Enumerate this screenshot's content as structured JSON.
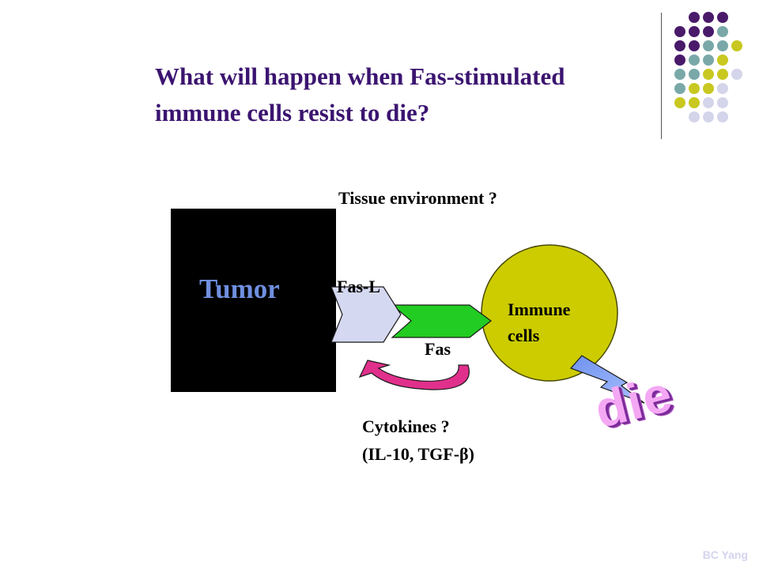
{
  "slide": {
    "title_line1": "What will happen when Fas-stimulated",
    "title_line2": "immune  cells resist to die?",
    "credit": "BC Yang"
  },
  "diagram": {
    "tumor_label": "Tumor",
    "environment_label": "Tissue environment ?",
    "ligand_label": "Fas-L",
    "receptor_label": "Fas",
    "immune_line1": "Immune",
    "immune_line2": "cells",
    "cytokines_line1": "Cytokines ?",
    "cytokines_line2": "(IL-10, TGF-β)",
    "outcome_label": "die"
  },
  "colors": {
    "title": "#3b1470",
    "tumor_box": "#000000",
    "tumor_text": "#6f8fe0",
    "fasl_arrow": "#d4d8f0",
    "fas_arrow": "#22cc22",
    "immune_cell": "#cccc00",
    "cytokine_arrow": "#e0308c",
    "lightning": "#7e9ef0",
    "dot_purple": "#4a1a6a",
    "dot_teal": "#7aa8a8",
    "dot_olive": "#c8c820",
    "dot_lavender": "#d4d4ea"
  }
}
